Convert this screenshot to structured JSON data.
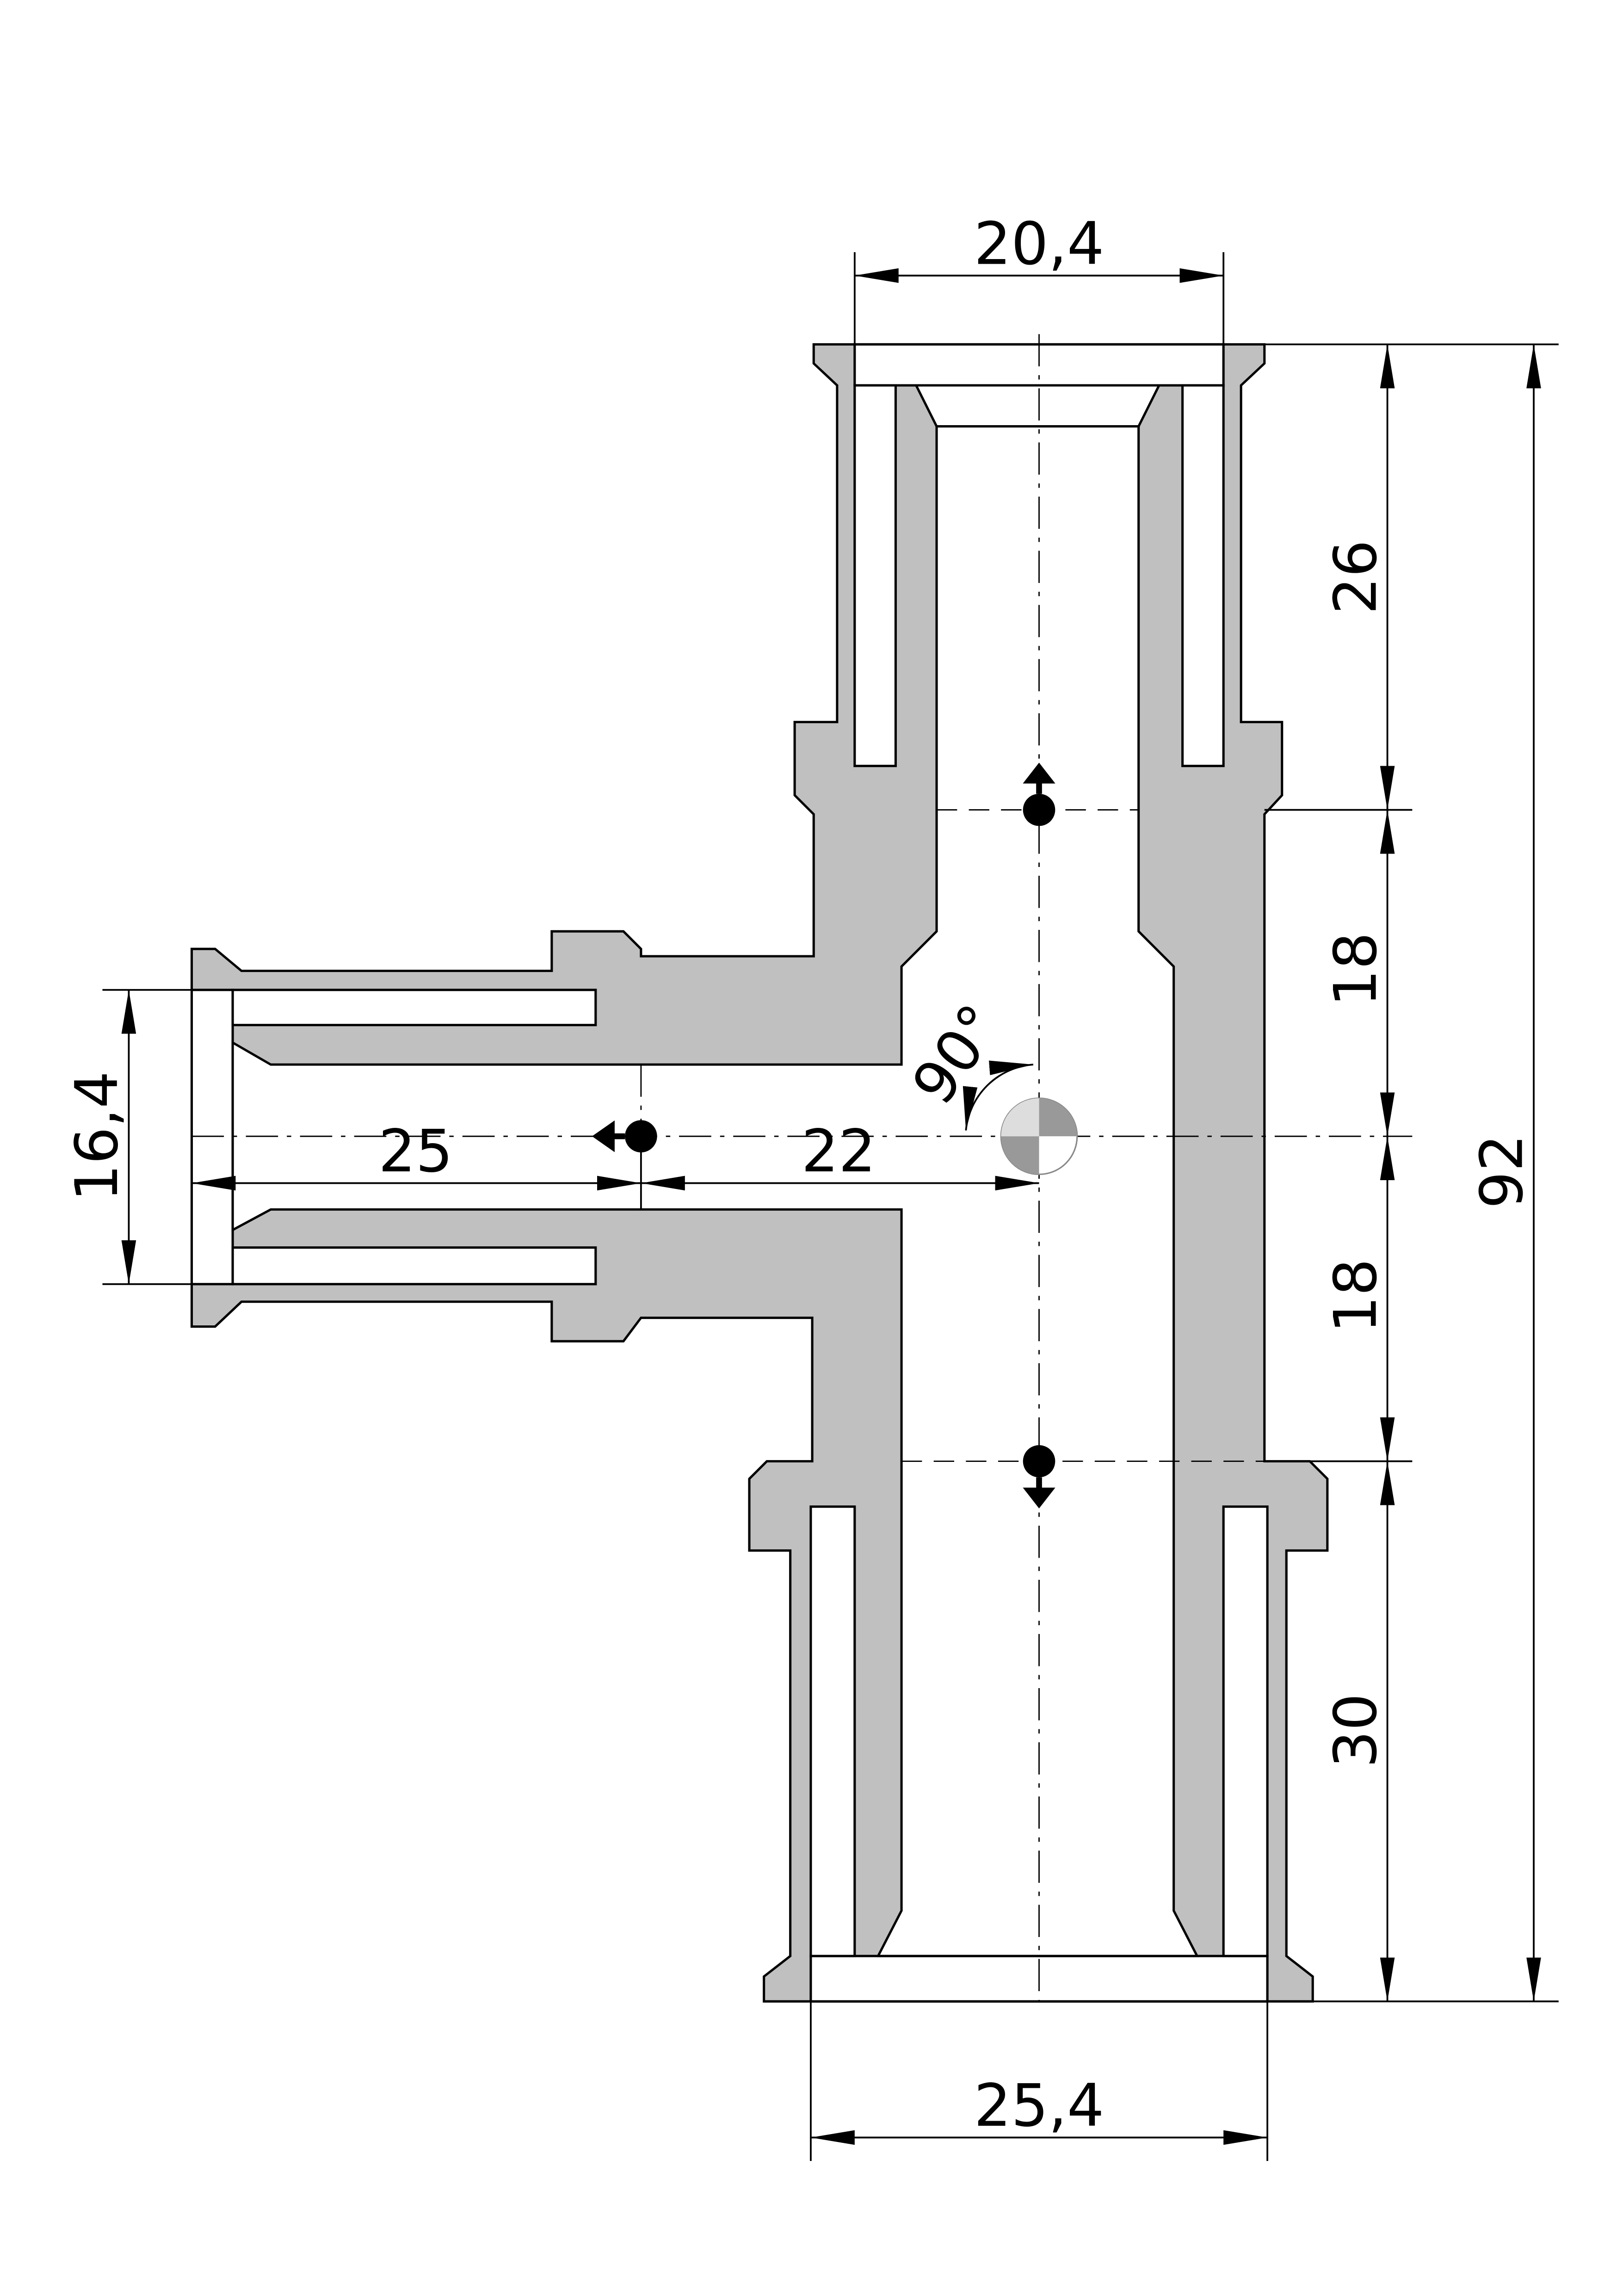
{
  "drawing": {
    "title": "Reducing tee fitting cross-section",
    "colors": {
      "body": "#c0c0c0",
      "line": "#000000"
    },
    "dimensions": {
      "top_diameter": "20,4",
      "bottom_diameter": "25,4",
      "branch_diameter": "16,4",
      "top_length": "26",
      "upper_center": "18",
      "lower_center": "18",
      "bottom_length": "30",
      "overall_length": "92",
      "branch_length": "25",
      "branch_center": "22",
      "angle": "90°"
    }
  }
}
